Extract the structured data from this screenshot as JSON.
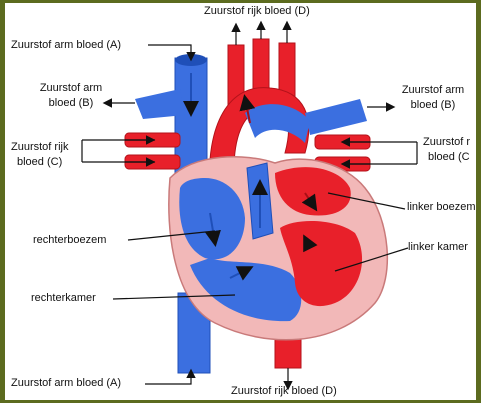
{
  "labels": {
    "top_right": "Zuurstof rijk bloed (D)",
    "top_left": "Zuurstof arm bloed (A)",
    "upper_left_1": "Zuurstof arm",
    "upper_left_2": "bloed (B)",
    "upper_right_1": "Zuurstof arm",
    "upper_right_2": "bloed (B)",
    "left_rich_1": "Zuurstof rijk",
    "left_rich_2": "bloed (C)",
    "right_rich_1": "Zuurstof r",
    "right_rich_2": "bloed (C",
    "left_atrium": "linker boezem",
    "right_atrium": "rechterboezem",
    "left_ventricle": "linker kamer",
    "right_ventricle": "rechterkamer",
    "bottom_left": "Zuurstof arm bloed (A)",
    "bottom_right": "Zuurstof rijk bloed (D)"
  },
  "colors": {
    "oxygen_poor": "#3b6fe0",
    "oxygen_rich": "#e8202a",
    "wall": "#f2b8b8",
    "frame": "#5c6b1f"
  }
}
